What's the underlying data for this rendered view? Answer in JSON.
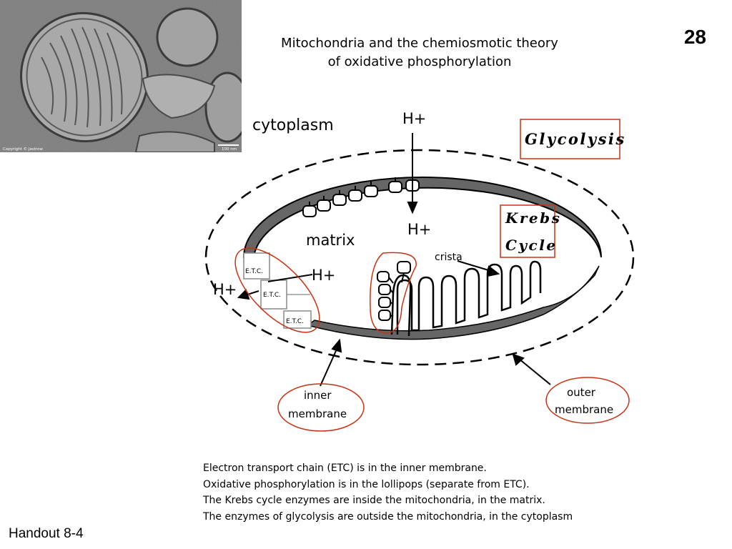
{
  "slide": {
    "page_number": "28",
    "title_line1": "Mitochondria and the chemiosmotic theory",
    "title_line2": "of oxidative phosphorylation",
    "footer": "Handout 8-4"
  },
  "photo": {
    "credit": "Copyright © Jastrow",
    "scale_bar": "100 nm"
  },
  "diagram": {
    "cytoplasm": "cytoplasm",
    "matrix": "matrix",
    "crista": "crista",
    "glycolysis": "Glycolysis",
    "krebs_line1": "Krebs",
    "krebs_line2": "Cycle",
    "h_top": "H+",
    "h_middle": "H+",
    "h_etc_right": "H+",
    "h_etc_left": "H+",
    "etc1": "E.T.C.",
    "etc2": "E.T.C.",
    "etc3": "E.T.C.",
    "inner_line1": "inner",
    "inner_line2": "membrane",
    "outer_line1": "outer",
    "outer_line2": "membrane",
    "annotation_color": "#c83214"
  },
  "notes": [
    "Electron transport chain (ETC) is in the inner membrane.",
    "Oxidative phosphorylation is in the lollipops (separate from ETC).",
    "The Krebs cycle enzymes are inside  the mitochondria, in the matrix.",
    "The enzymes of glycolysis are outside the mitochondria, in the cytoplasm"
  ]
}
